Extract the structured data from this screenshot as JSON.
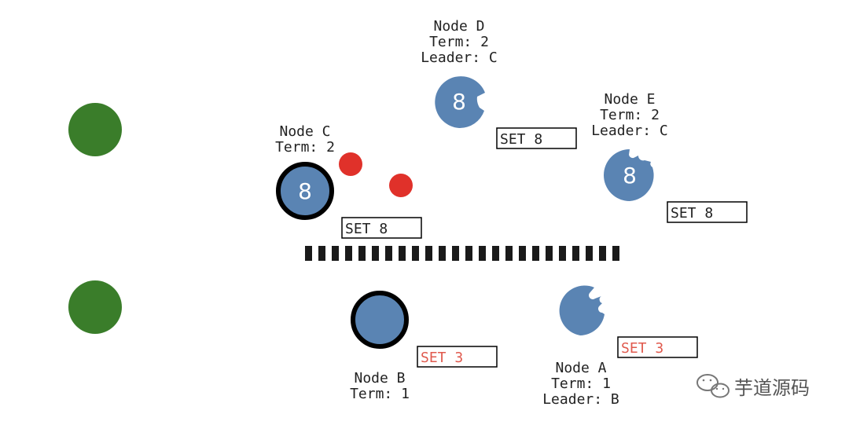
{
  "colors": {
    "node_fill": "#5a84b3",
    "leader_ring": "#000000",
    "client": "#3a7d2a",
    "message_dot": "#e0312a",
    "text": "#222222",
    "uncommitted_text": "#e05a4e",
    "partition": "#1a1a1a"
  },
  "nodes": {
    "c": {
      "name": "Node C",
      "term": "Term: 2",
      "value": "8",
      "entry": "SET 8"
    },
    "d": {
      "name": "Node D",
      "term": "Term: 2",
      "leader": "Leader: C",
      "value": "8",
      "entry": "SET 8"
    },
    "e": {
      "name": "Node E",
      "term": "Term: 2",
      "leader": "Leader: C",
      "value": "8",
      "entry": "SET 8"
    },
    "b": {
      "name": "Node B",
      "term": "Term: 1",
      "entry": "SET 3"
    },
    "a": {
      "name": "Node A",
      "term": "Term: 1",
      "leader": "Leader: B",
      "entry": "SET 3"
    }
  },
  "watermark": {
    "icon": "wechat-icon",
    "text": "芋道源码"
  }
}
